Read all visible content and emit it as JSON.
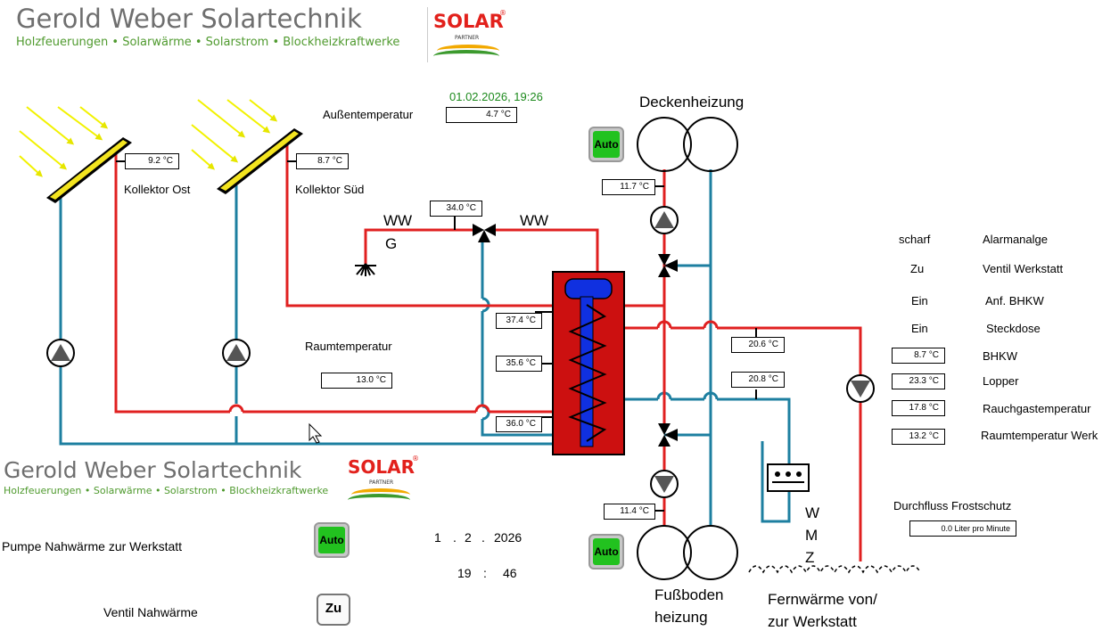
{
  "header": {
    "company": "Gerold Weber Solartechnik",
    "tagline": "Holzfeuerungen • Solarwärme • Solarstrom • Blockheizkraftwerke",
    "logo_text": "SOLAR",
    "logo_sub": "PARTNER",
    "logo_reg": "®"
  },
  "datetime": "01.02.2026,  19:26",
  "outside": {
    "label": "Außentemperatur",
    "value": "4.7 °C"
  },
  "collectors": {
    "east": {
      "label": "Kollektor Ost",
      "value": "9.2 °C"
    },
    "south": {
      "label": "Kollektor Süd",
      "value": "8.7 °C"
    }
  },
  "warm_water": {
    "ww_left": "WW",
    "g_left": "G",
    "ww_right": "WW",
    "value": "34.0 °C"
  },
  "room": {
    "label": "Raumtemperatur",
    "value": "13.0 °C"
  },
  "tank_temps": [
    "37.4 °C",
    "35.6 °C",
    "36.0 °C"
  ],
  "ceiling": {
    "label": "Deckenheizung",
    "mode": "Auto",
    "supply": "11.7 °C"
  },
  "floor": {
    "label_line1": "Fußboden",
    "label_line2": "heizung",
    "mode": "Auto",
    "supply": "11.4 °C"
  },
  "district": {
    "supply": "20.6 °C",
    "return": "20.8 °C",
    "wmz": [
      "W",
      "M",
      "Z"
    ],
    "label_line1": "Fernwärme von/",
    "label_line2": "zur Werkstatt"
  },
  "status": [
    {
      "state": "scharf",
      "name": "Alarmanalge"
    },
    {
      "state": "Zu",
      "name": "Ventil Werkstatt"
    },
    {
      "state": "Ein",
      "name": "Anf. BHKW"
    },
    {
      "state": "Ein",
      "name": "Steckdose"
    }
  ],
  "readings": [
    {
      "value": "8.7 °C",
      "name": "BHKW"
    },
    {
      "value": "23.3 °C",
      "name": "Lopper"
    },
    {
      "value": "17.8 °C",
      "name": "Rauchgastemperatur"
    },
    {
      "value": "13.2 °C",
      "name": "Raumtemperatur Werk"
    }
  ],
  "frost": {
    "label": "Durchfluss Frostschutz",
    "value": "0.0 Liter pro Minute"
  },
  "bottom": {
    "pump_label": "Pumpe  Nahwärme zur Werkstatt",
    "pump_mode": "Auto",
    "valve_label": "Ventil Nahwärme",
    "valve_state": "Zu",
    "date_day": "1",
    "date_month": "2",
    "date_year": "2026",
    "date_sep": ".",
    "time_h": "19",
    "time_m": "46",
    "time_sep": ":"
  },
  "colors": {
    "hot": "#e02020",
    "cold": "#1d7fa0",
    "tank": "#cc1010",
    "coil": "#1030e0",
    "auto_green": "#22c21f",
    "date_green": "#1d8a1d",
    "tagline_green": "#4f9a2e"
  }
}
